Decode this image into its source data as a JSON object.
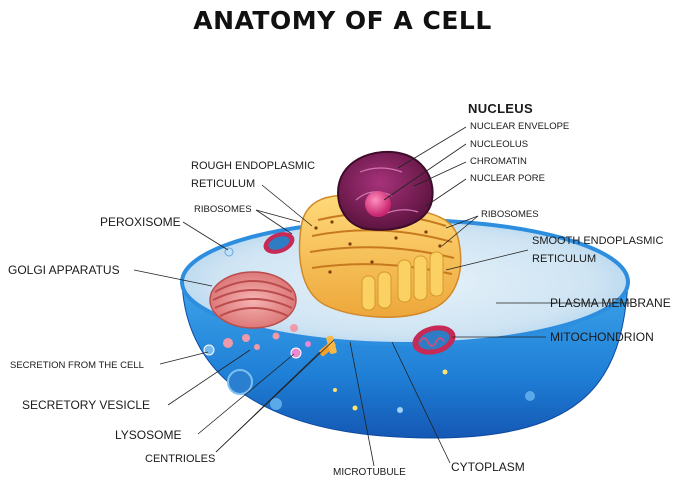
{
  "title": "ANATOMY OF A CELL",
  "nucleus": {
    "heading": "NUCLEUS",
    "nuclear_envelope": "NUCLEAR ENVELOPE",
    "nucleolus": "NUCLEOLUS",
    "chromatin": "CHROMATIN",
    "nuclear_pore": "NUCLEAR PORE"
  },
  "labels": {
    "rough_er_line1": "ROUGH ENDOPLASMIC",
    "rough_er_line2": "RETICULUM",
    "ribosomes_left": "RIBOSOMES",
    "ribosomes_right": "RIBOSOMES",
    "peroxisome": "PEROXISOME",
    "golgi": "GOLGI APPARATUS",
    "smooth_er_line1": "SMOOTH ENDOPLASMIC",
    "smooth_er_line2": "RETICULUM",
    "plasma_membrane": "PLASMA MEMBRANE",
    "mitochondrion": "MITOCHONDRION",
    "secretion": "SECRETION FROM THE CELL",
    "secretory_vesicle": "SECRETORY VESICLE",
    "lysosome": "LYSOSOME",
    "centrioles": "CENTRIOLES",
    "microtubule": "MICROTUBULE",
    "cytoplasm": "CYTOPLASM"
  }
}
